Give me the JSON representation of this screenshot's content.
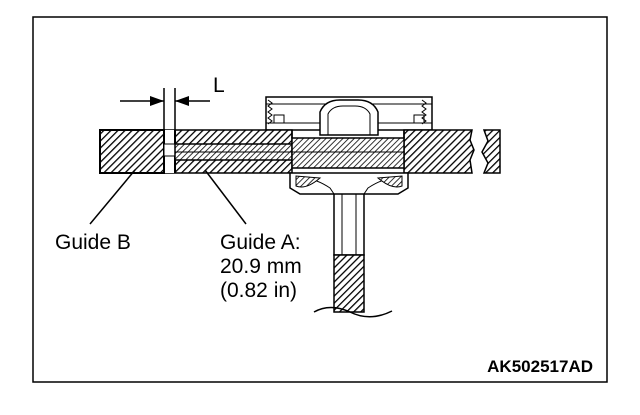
{
  "dimension_label": "L",
  "guide_b": {
    "label": "Guide B"
  },
  "guide_a": {
    "label": "Guide A:",
    "size_mm": "20.9 mm",
    "size_in": "(0.82 in)"
  },
  "reference_code": "AK502517AD"
}
